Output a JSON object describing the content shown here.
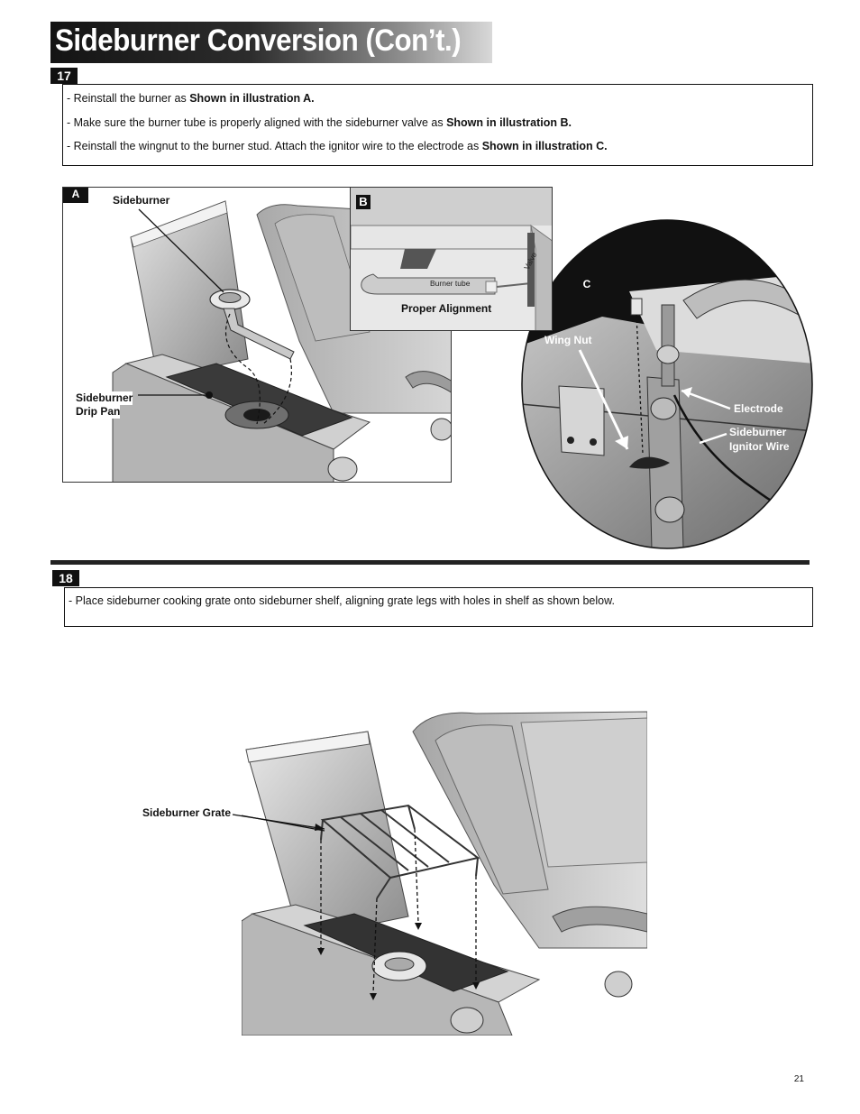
{
  "page": {
    "title": "Sideburner Conversion (Con’t.)",
    "page_number": "21"
  },
  "step17": {
    "number": "17",
    "lines": [
      {
        "text": "- Reinstall the burner as ",
        "bold": "Shown in illustration A."
      },
      {
        "text": "- Make sure the burner tube is properly aligned with the sideburner valve as ",
        "bold": "Shown in illustration B."
      },
      {
        "text": "- Reinstall the wingnut to the burner stud. Attach the ignitor wire to the electrode as ",
        "bold": "Shown in illustration C."
      }
    ],
    "illustration_a": {
      "tag": "A",
      "labels": {
        "sideburner": "Sideburner",
        "drip_pan_line1": "Sideburner",
        "drip_pan_line2": "Drip Pan"
      }
    },
    "illustration_b": {
      "tag": "B",
      "labels": {
        "burner_tube": "Burner tube",
        "valve": "Valve",
        "caption": "Proper Alignment"
      }
    },
    "illustration_c": {
      "tag": "C",
      "labels": {
        "wing_nut": "Wing Nut",
        "electrode": "Electrode",
        "ignitor_line1": "Sideburner",
        "ignitor_line2": "Ignitor Wire"
      }
    }
  },
  "step18": {
    "number": "18",
    "line": "- Place sideburner cooking grate onto sideburner shelf, aligning grate legs with holes in shelf as shown below.",
    "illustration": {
      "labels": {
        "grate": "Sideburner Grate"
      }
    }
  }
}
